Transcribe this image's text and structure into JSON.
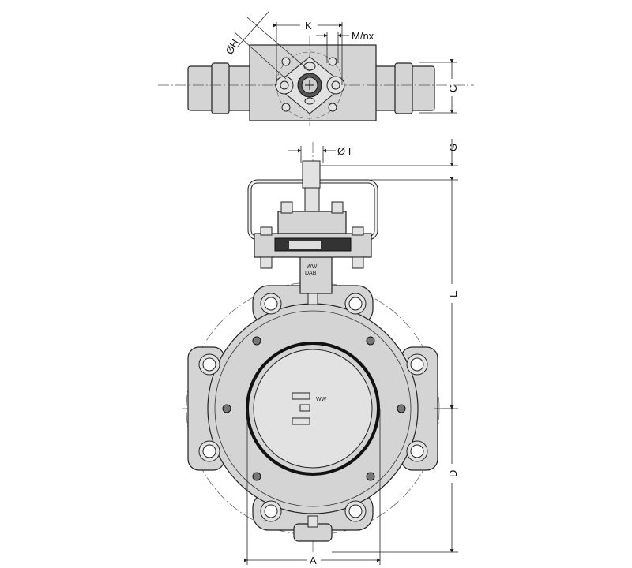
{
  "title": "Butterfly valve with actuator dimension drawing",
  "dimensions": {
    "K": "K",
    "M": "M/nx",
    "H": "ØH",
    "C": "C",
    "G": "G",
    "I": "Ø I",
    "E": "E",
    "D": "D",
    "A": "A"
  },
  "markings": {
    "neck_line1": "WW",
    "neck_line2": "DAB",
    "disc": "WW"
  }
}
